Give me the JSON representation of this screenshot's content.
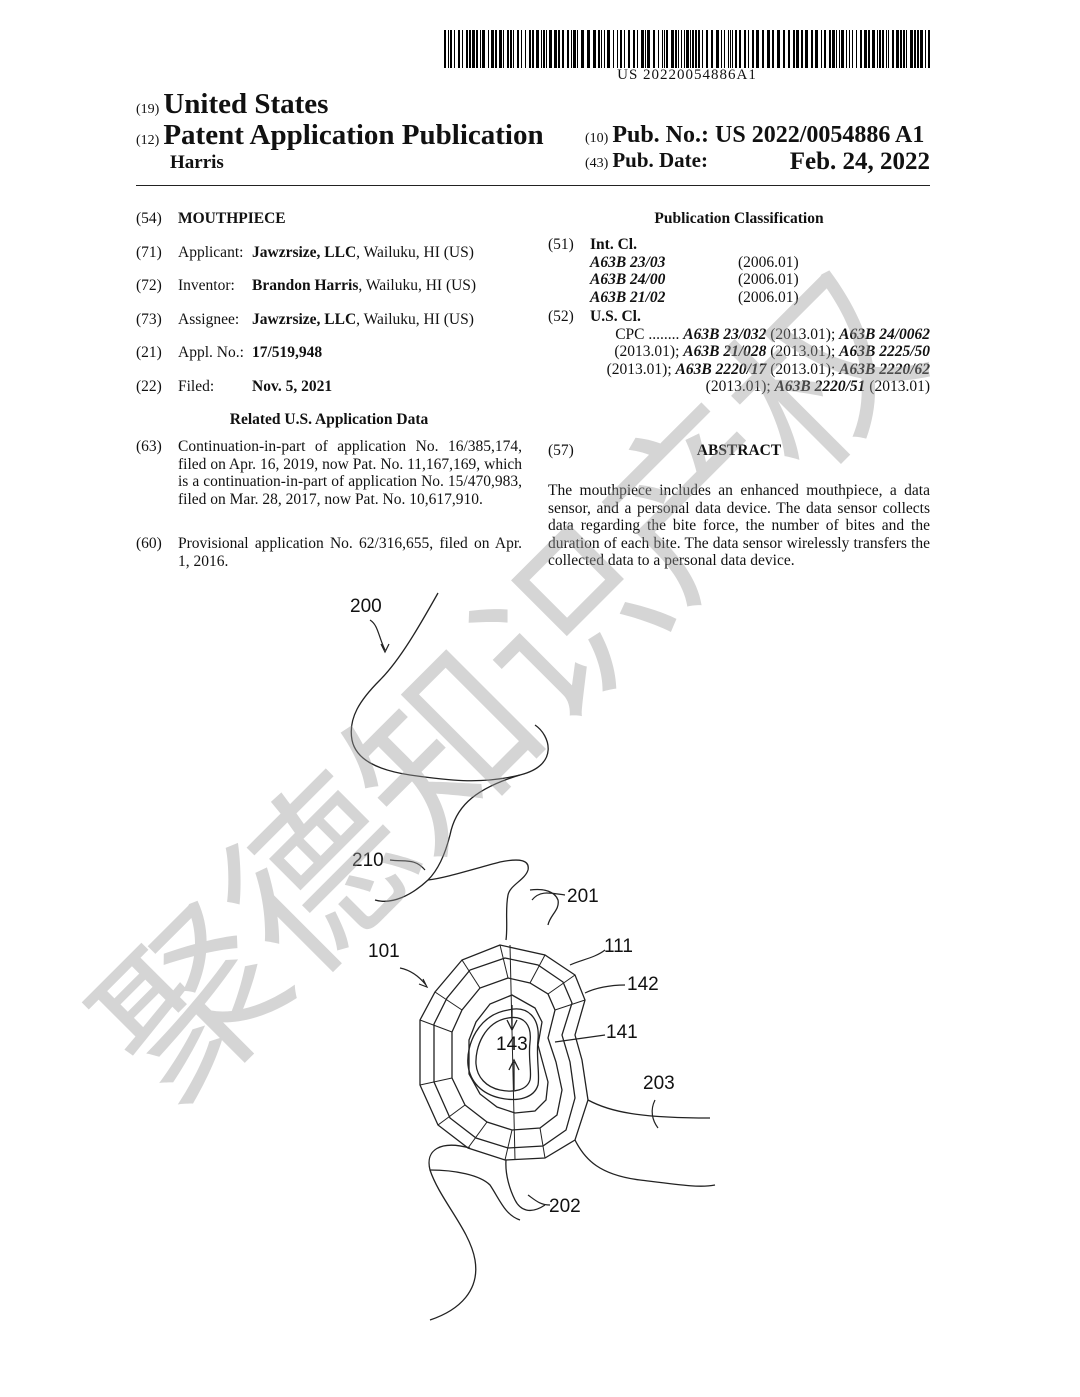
{
  "header": {
    "barcode_number": "US 20220054886A1",
    "country_code": "(19)",
    "country": "United States",
    "pubtype_code": "(12)",
    "pubtype": "Patent Application Publication",
    "author": "Harris",
    "pubno_code": "(10)",
    "pubno_label": "Pub. No.:",
    "pubno": "US 2022/0054886 A1",
    "pubdate_code": "(43)",
    "pubdate_label": "Pub. Date:",
    "pubdate": "Feb. 24, 2022"
  },
  "biblio": {
    "title_code": "(54)",
    "title": "MOUTHPIECE",
    "applicant_code": "(71)",
    "applicant_label": "Applicant:",
    "applicant_name": "Jawzrsize, LLC",
    "applicant_loc": ", Wailuku, HI (US)",
    "inventor_code": "(72)",
    "inventor_label": "Inventor:",
    "inventor_name": "Brandon Harris",
    "inventor_loc": ", Wailuku, HI (US)",
    "assignee_code": "(73)",
    "assignee_label": "Assignee:",
    "assignee_name": "Jawzrsize, LLC",
    "assignee_loc": ", Wailuku, HI (US)",
    "appl_code": "(21)",
    "appl_label": "Appl. No.:",
    "appl_no": "17/519,948",
    "filed_code": "(22)",
    "filed_label": "Filed:",
    "filed_date": "Nov. 5, 2021",
    "related_heading": "Related U.S. Application Data",
    "cip_code": "(63)",
    "cip_text": "Continuation-in-part of application No. 16/385,174, filed on Apr. 16, 2019, now Pat. No. 11,167,169, which is a continuation-in-part of application No. 15/470,983, filed on Mar. 28, 2017, now Pat. No. 10,617,910.",
    "prov_code": "(60)",
    "prov_text": "Provisional application No. 62/316,655, filed on Apr. 1, 2016."
  },
  "classification": {
    "heading": "Publication Classification",
    "intcl_code": "(51)",
    "intcl_label": "Int. Cl.",
    "intcl": [
      {
        "code": "A63B 23/03",
        "ver": "(2006.01)"
      },
      {
        "code": "A63B 24/00",
        "ver": "(2006.01)"
      },
      {
        "code": "A63B 21/02",
        "ver": "(2006.01)"
      }
    ],
    "uscl_code": "(52)",
    "uscl_label": "U.S. Cl.",
    "cpc_prefix": "CPC ........",
    "cpc": [
      {
        "code": "A63B 23/032",
        "ver": " (2013.01); "
      },
      {
        "code": "A63B 24/0062",
        "ver": " (2013.01); "
      },
      {
        "code": "A63B 21/028",
        "ver": " (2013.01); "
      },
      {
        "code": "A63B 2225/50",
        "ver": " (2013.01); "
      },
      {
        "code": "A63B 2220/17",
        "ver": " (2013.01); "
      },
      {
        "code": "A63B 2220/62",
        "ver": " (2013.01); "
      },
      {
        "code": "A63B 2220/51",
        "ver": " (2013.01)"
      }
    ]
  },
  "abstract": {
    "code": "(57)",
    "heading": "ABSTRACT",
    "text": "The mouthpiece includes an enhanced mouthpiece, a data sensor, and a personal data device. The data sensor collects data regarding the bite force, the number of bites and the duration of each bite. The data sensor wirelessly transfers the collected data to a personal data device."
  },
  "drawing_labels": {
    "l200": "200",
    "l210": "210",
    "l201": "201",
    "l101": "101",
    "l111": "111",
    "l142": "142",
    "l141": "141",
    "l143": "143",
    "l203": "203",
    "l202": "202"
  },
  "watermark": {
    "text": "聚德知识产权"
  }
}
